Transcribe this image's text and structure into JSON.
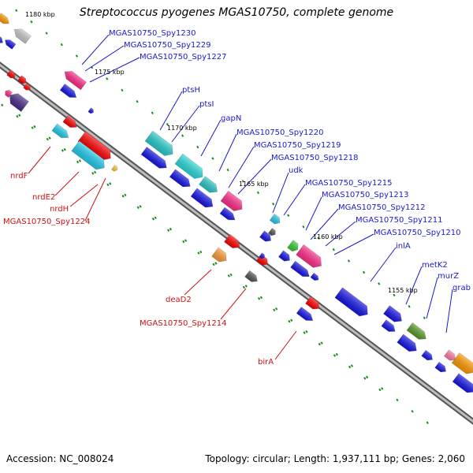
{
  "title": "Streptococcus pyogenes MGAS10750, complete genome",
  "footer": {
    "accession": "Accession: NC_008024",
    "topology": "Topology: circular; Length: 1,937,111 bp; Genes: 2,060"
  },
  "colors": {
    "forward_label": "#1a1acc",
    "reverse_label": "#cc1111",
    "backbone": "#7a7a7a",
    "tick": "#1d8a1d"
  },
  "scale_labels": [
    "1180 kbp",
    "1175 kbp",
    "1170 kbp",
    "1165 kbp",
    "1160 kbp",
    "1155 kbp"
  ],
  "genes_top": [
    "MGAS10750_Spy1230",
    "MGAS10750_Spy1229",
    "MGAS10750_Spy1227",
    "ptsH",
    "ptsI",
    "gapN",
    "MGAS10750_Spy1220",
    "MGAS10750_Spy1219",
    "MGAS10750_Spy1218",
    "udk",
    "MGAS10750_Spy1215",
    "MGAS10750_Spy1213",
    "MGAS10750_Spy1212",
    "MGAS10750_Spy1211",
    "MGAS10750_Spy1210",
    "inlA",
    "metK2",
    "murZ",
    "grab"
  ],
  "genes_bottom": [
    "nrdF",
    "nrdE2",
    "nrdH",
    "MGAS10750_Spy1224",
    "deaD2",
    "MGAS10750_Spy1214",
    "birA"
  ]
}
